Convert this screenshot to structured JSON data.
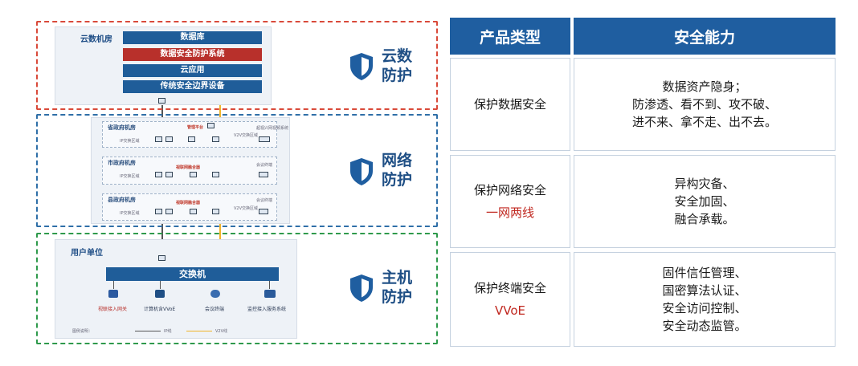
{
  "diagram": {
    "cloud_room": {
      "title": "云数机房",
      "bars": [
        "数据库",
        "数据安全防护系统",
        "云应用",
        "传统安全边界设备"
      ]
    },
    "provincial": {
      "title": "省政府机房",
      "mgmt_label": "管理平台",
      "ip_zone": "IP交换区域",
      "v2v_zone": "V2V交换区域",
      "right_device": "超视兴网视频系统"
    },
    "city": {
      "title": "市政府机房",
      "mid_label": "视联网融合器",
      "ip_zone": "IP交换区域",
      "right_device": "会议终端"
    },
    "county": {
      "title": "县政府机房",
      "mid_label": "视联网融合器",
      "ip_zone": "IP交换区域",
      "v2v_zone": "V2V交换区域",
      "right_device": "会议终端"
    },
    "user_unit": {
      "title": "用户单位",
      "switch": "交换机",
      "devices": [
        "视联接入网关",
        "计算机含VVoE",
        "会议终端",
        "监控接入服务系统"
      ]
    },
    "legend": {
      "title": "图例说明：",
      "ip_line": "IP线",
      "v2v_line": "V2V线"
    },
    "zone_labels": [
      {
        "line1": "云数",
        "line2": "防护"
      },
      {
        "line1": "网络",
        "line2": "防护"
      },
      {
        "line1": "主机",
        "line2": "防护"
      }
    ]
  },
  "table": {
    "headers": [
      "产品类型",
      "安全能力"
    ],
    "rows": [
      {
        "type": "保护数据安全",
        "type_sub": "",
        "capability": [
          "数据资产隐身；",
          "防渗透、看不到、攻不破、",
          "进不来、拿不走、出不去。"
        ]
      },
      {
        "type": "保护网络安全",
        "type_sub": "一网两线",
        "capability": [
          "异构灾备、",
          "安全加固、",
          "融合承载。"
        ]
      },
      {
        "type": "保护终端安全",
        "type_sub": "VVoE",
        "capability": [
          "固件信任管理、",
          "国密算法认证、",
          "安全访问控制、",
          "安全动态监管。"
        ]
      }
    ]
  },
  "colors": {
    "primary_blue": "#1f5ea0",
    "accent_red": "#b8302b",
    "zone_red": "#d94a3a",
    "zone_blue": "#2f6fa8",
    "zone_green": "#2f9a4c",
    "v2v_line": "#f0b429"
  },
  "icons": [
    "shield-icon"
  ]
}
